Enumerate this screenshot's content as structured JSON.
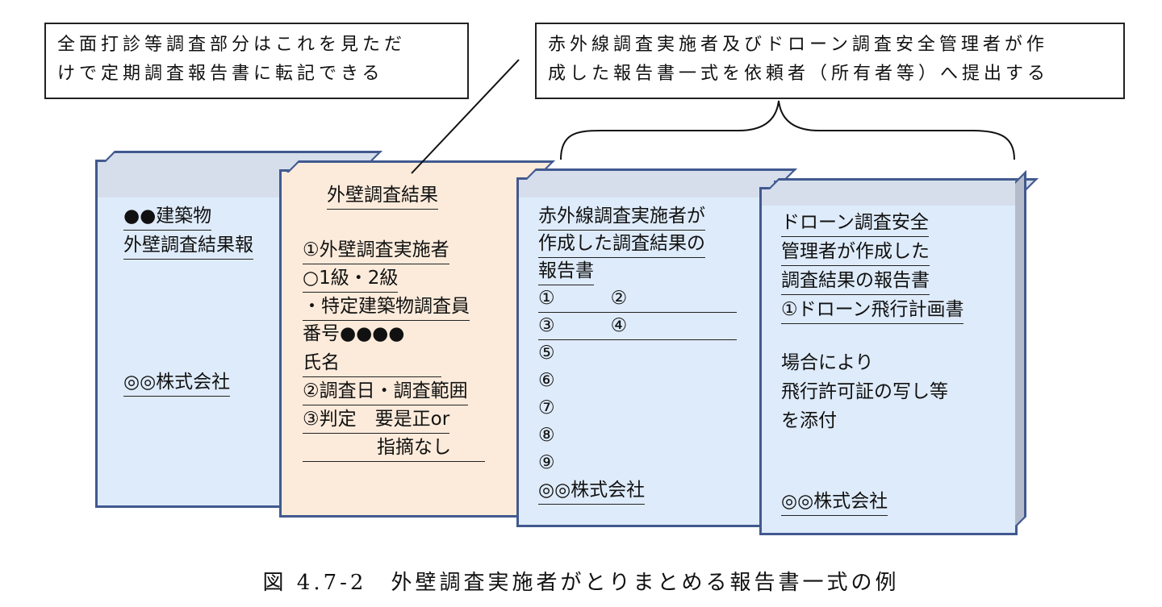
{
  "callouts": {
    "left": [
      "全面打診等調査部分はこれを見ただ",
      "けで定期調査報告書に転記できる"
    ],
    "right": [
      "赤外線調査実施者及びドローン調査安全管理者が作",
      "成した報告書一式を依頼者（所有者等）へ提出する"
    ]
  },
  "cards": {
    "building": {
      "lines": [
        "●●建築物",
        "外壁調査結果報"
      ],
      "company": "◎◎株式会社"
    },
    "exterior": {
      "title": "外壁調査結果",
      "lines": [
        "①外壁調査実施者",
        "○1級・2級",
        "・特定建築物調査員",
        "番号●●●●",
        "氏名",
        "②調査日・調査範囲",
        "③判定　要是正or",
        "　　　　指摘なし"
      ]
    },
    "infrared": {
      "lines": [
        "赤外線調査実施者が",
        "作成した調査結果の",
        "報告書",
        "①　　　②",
        "③　　　④",
        "⑤",
        "⑥",
        "⑦",
        "⑧",
        "⑨"
      ],
      "company": "◎◎株式会社"
    },
    "drone": {
      "lines": [
        "ドローン調査安全",
        "管理者が作成した",
        "調査結果の報告書",
        "①ドローン飛行計画書"
      ],
      "notes": [
        "場合により",
        "飛行許可証の写し等",
        "を添付"
      ],
      "company": "◎◎株式会社"
    }
  },
  "caption": "図 4.7-2　外壁調査実施者がとりまとめる報告書一式の例",
  "colors": {
    "border": "#41598f",
    "blue": "#deebfa",
    "peach": "#fcebdb"
  }
}
